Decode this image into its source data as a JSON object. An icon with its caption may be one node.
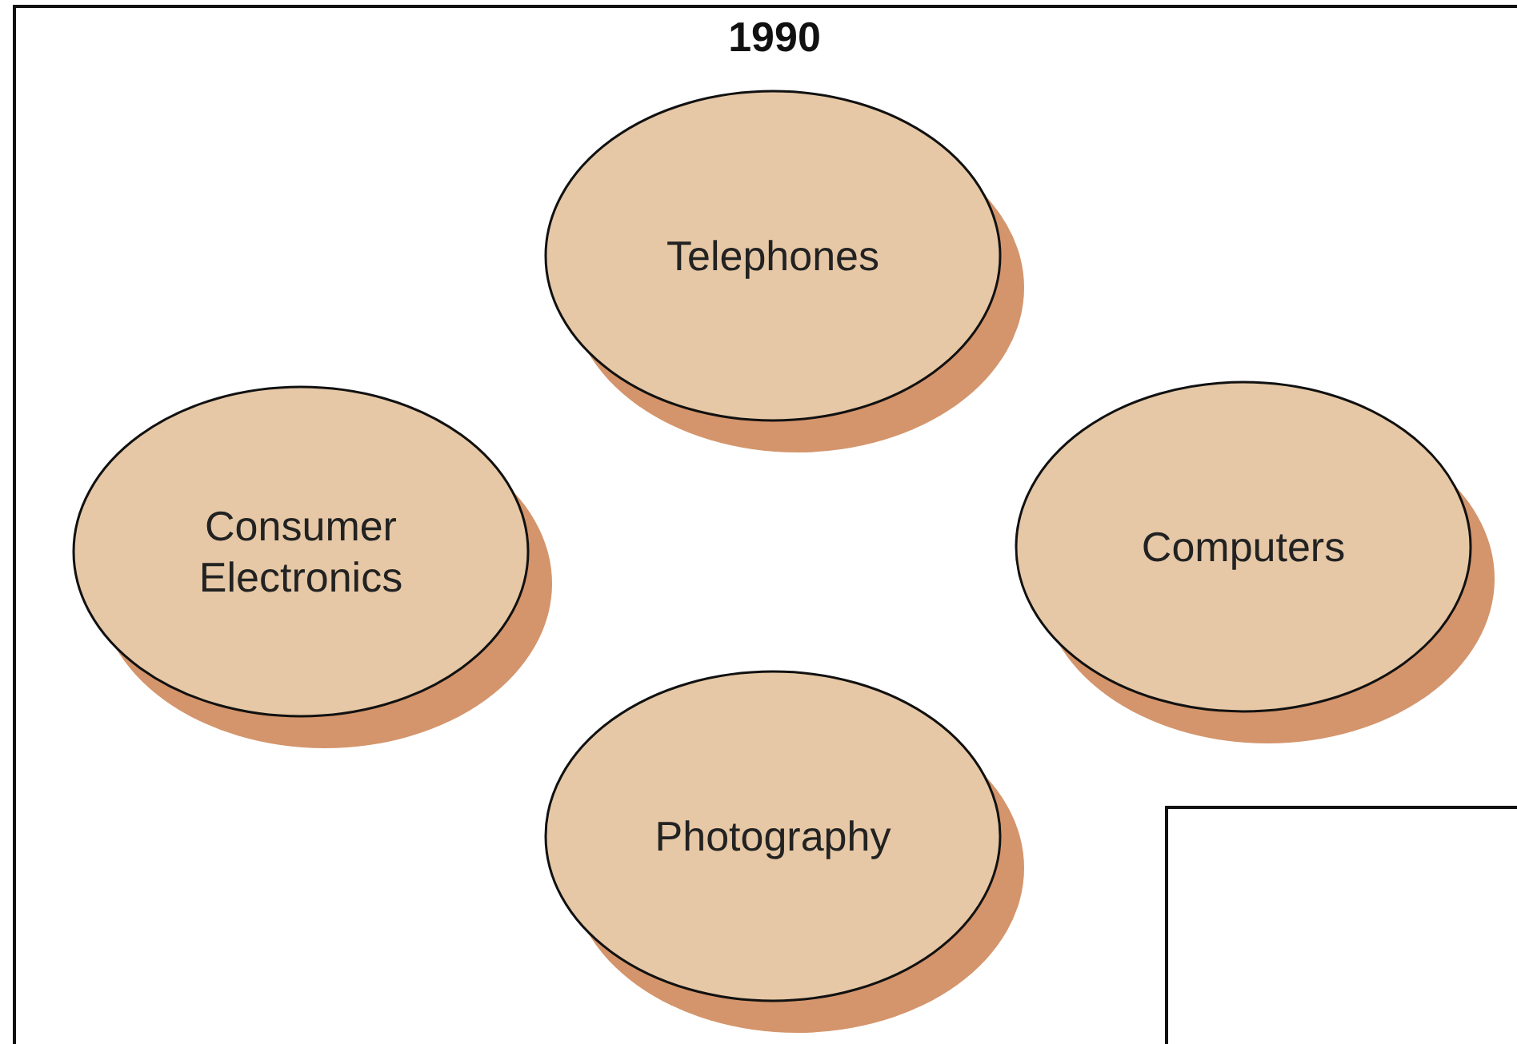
{
  "diagram": {
    "title": "1990",
    "nodes": [
      {
        "text": [
          "Telephones"
        ]
      },
      {
        "text": [
          "Consumer Electronics"
        ]
      },
      {
        "text": [
          "Computers"
        ]
      },
      {
        "text": [
          "Photography"
        ]
      }
    ]
  }
}
